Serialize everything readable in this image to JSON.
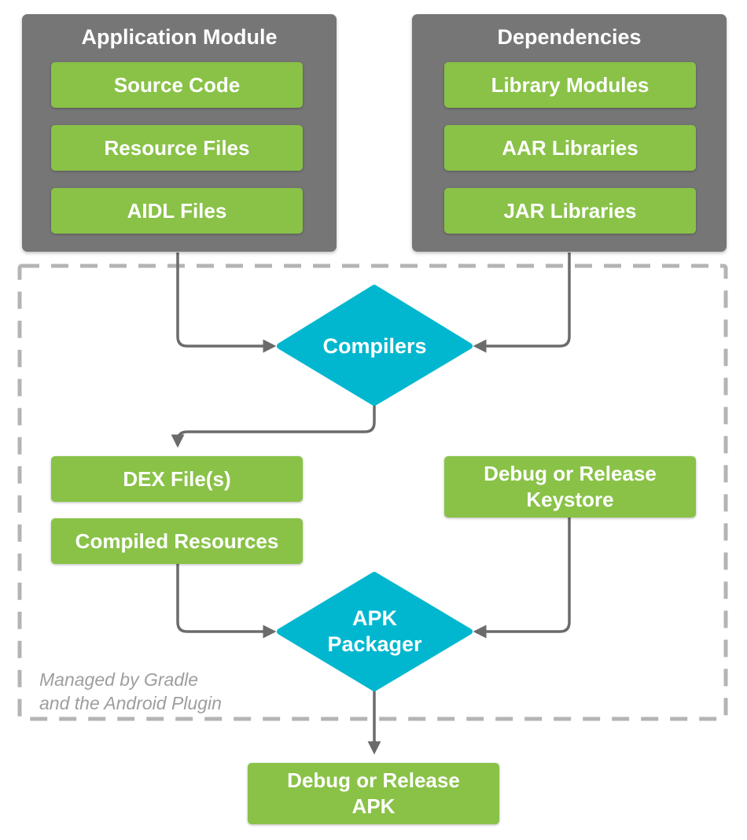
{
  "colors": {
    "node_green": "#89c247",
    "diamond_cyan": "#00b7cf",
    "group_gray": "#767676",
    "arrow_gray": "#6b6b6b",
    "dashed_border_gray": "#b4b4b4",
    "note_gray": "#9e9e9e",
    "label_white": "#ffffff"
  },
  "groups": {
    "application_module": {
      "title": "Application Module",
      "items": [
        "Source Code",
        "Resource Files",
        "AIDL Files"
      ]
    },
    "dependencies": {
      "title": "Dependencies",
      "items": [
        "Library Modules",
        "AAR Libraries",
        "JAR Libraries"
      ]
    }
  },
  "pipeline": {
    "compilers_label": "Compilers",
    "dex_label": "DEX File(s)",
    "compiled_resources_label": "Compiled Resources",
    "keystore_line1": "Debug or Release",
    "keystore_line2": "Keystore",
    "apk_packager_line1": "APK",
    "apk_packager_line2": "Packager",
    "note_line1": "Managed by Gradle",
    "note_line2": "and the Android Plugin"
  },
  "output": {
    "apk_line1": "Debug or Release",
    "apk_line2": "APK"
  }
}
